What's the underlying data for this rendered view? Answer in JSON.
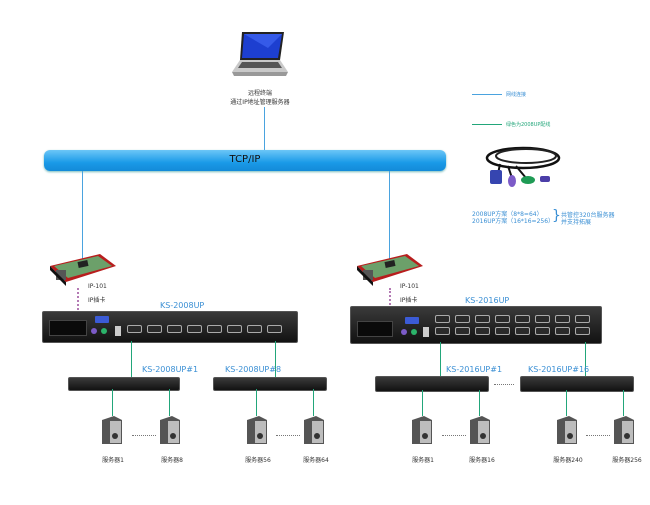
{
  "remote_client": {
    "line1": "远程终端",
    "line2": "通过IP地址管理服务器"
  },
  "network_bus": {
    "label": "TCP/IP"
  },
  "legend": {
    "items": [
      {
        "label": "网线连接",
        "color": "#4aa3df"
      },
      {
        "label": "绿色为2008UP配线",
        "color": "#22a67a"
      }
    ]
  },
  "notes": {
    "plan_2008": "2008UP方案（8*8=64）",
    "plan_2016": "2016UP方案（16*16=256）",
    "brace": "}",
    "summary_1": "共管控320台服务器",
    "summary_2": "并支持拓展"
  },
  "left_branch": {
    "ip_card_model": "IP-101",
    "ip_card_name": "IP插卡",
    "master": "KS-2008UP",
    "slaves": [
      "KS-2008UP#1",
      "KS-2008UP#8"
    ],
    "servers": [
      "服务器1",
      "服务器8",
      "服务器56",
      "服务器64"
    ]
  },
  "right_branch": {
    "ip_card_model": "IP-101",
    "ip_card_name": "IP插卡",
    "master": "KS-2016UP",
    "slaves": [
      "KS-2016UP#1",
      "KS-2016UP#16"
    ],
    "servers": [
      "服务器1",
      "服务器16",
      "服务器240",
      "服务器256"
    ]
  },
  "colors": {
    "network": "#4aa3df",
    "cascade": "#22a67a",
    "label_blue": "#3a8fd4"
  }
}
